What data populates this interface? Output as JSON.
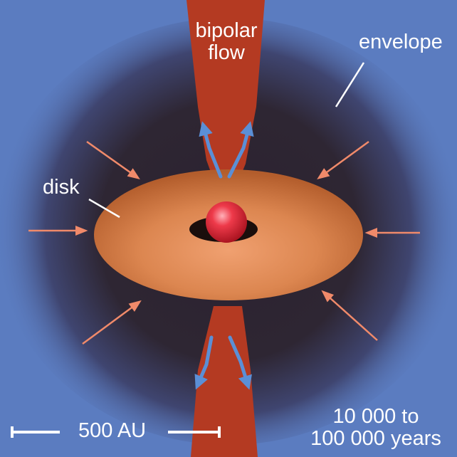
{
  "labels": {
    "bipolar_flow_line1": "bipolar",
    "bipolar_flow_line2": "flow",
    "envelope": "envelope",
    "disk": "disk",
    "scale": "500 AU",
    "time_line1": "10 000 to",
    "time_line2": "100 000 years"
  },
  "colors": {
    "background": "#5b7cc0",
    "envelope_dark": "#2d2530",
    "jet": "#b43a22",
    "disk": "#d9844a",
    "star": "#e8283a",
    "outflow_arrow": "#5b8fd6",
    "infall_arrow": "#f08a6a",
    "text": "#ffffff"
  }
}
